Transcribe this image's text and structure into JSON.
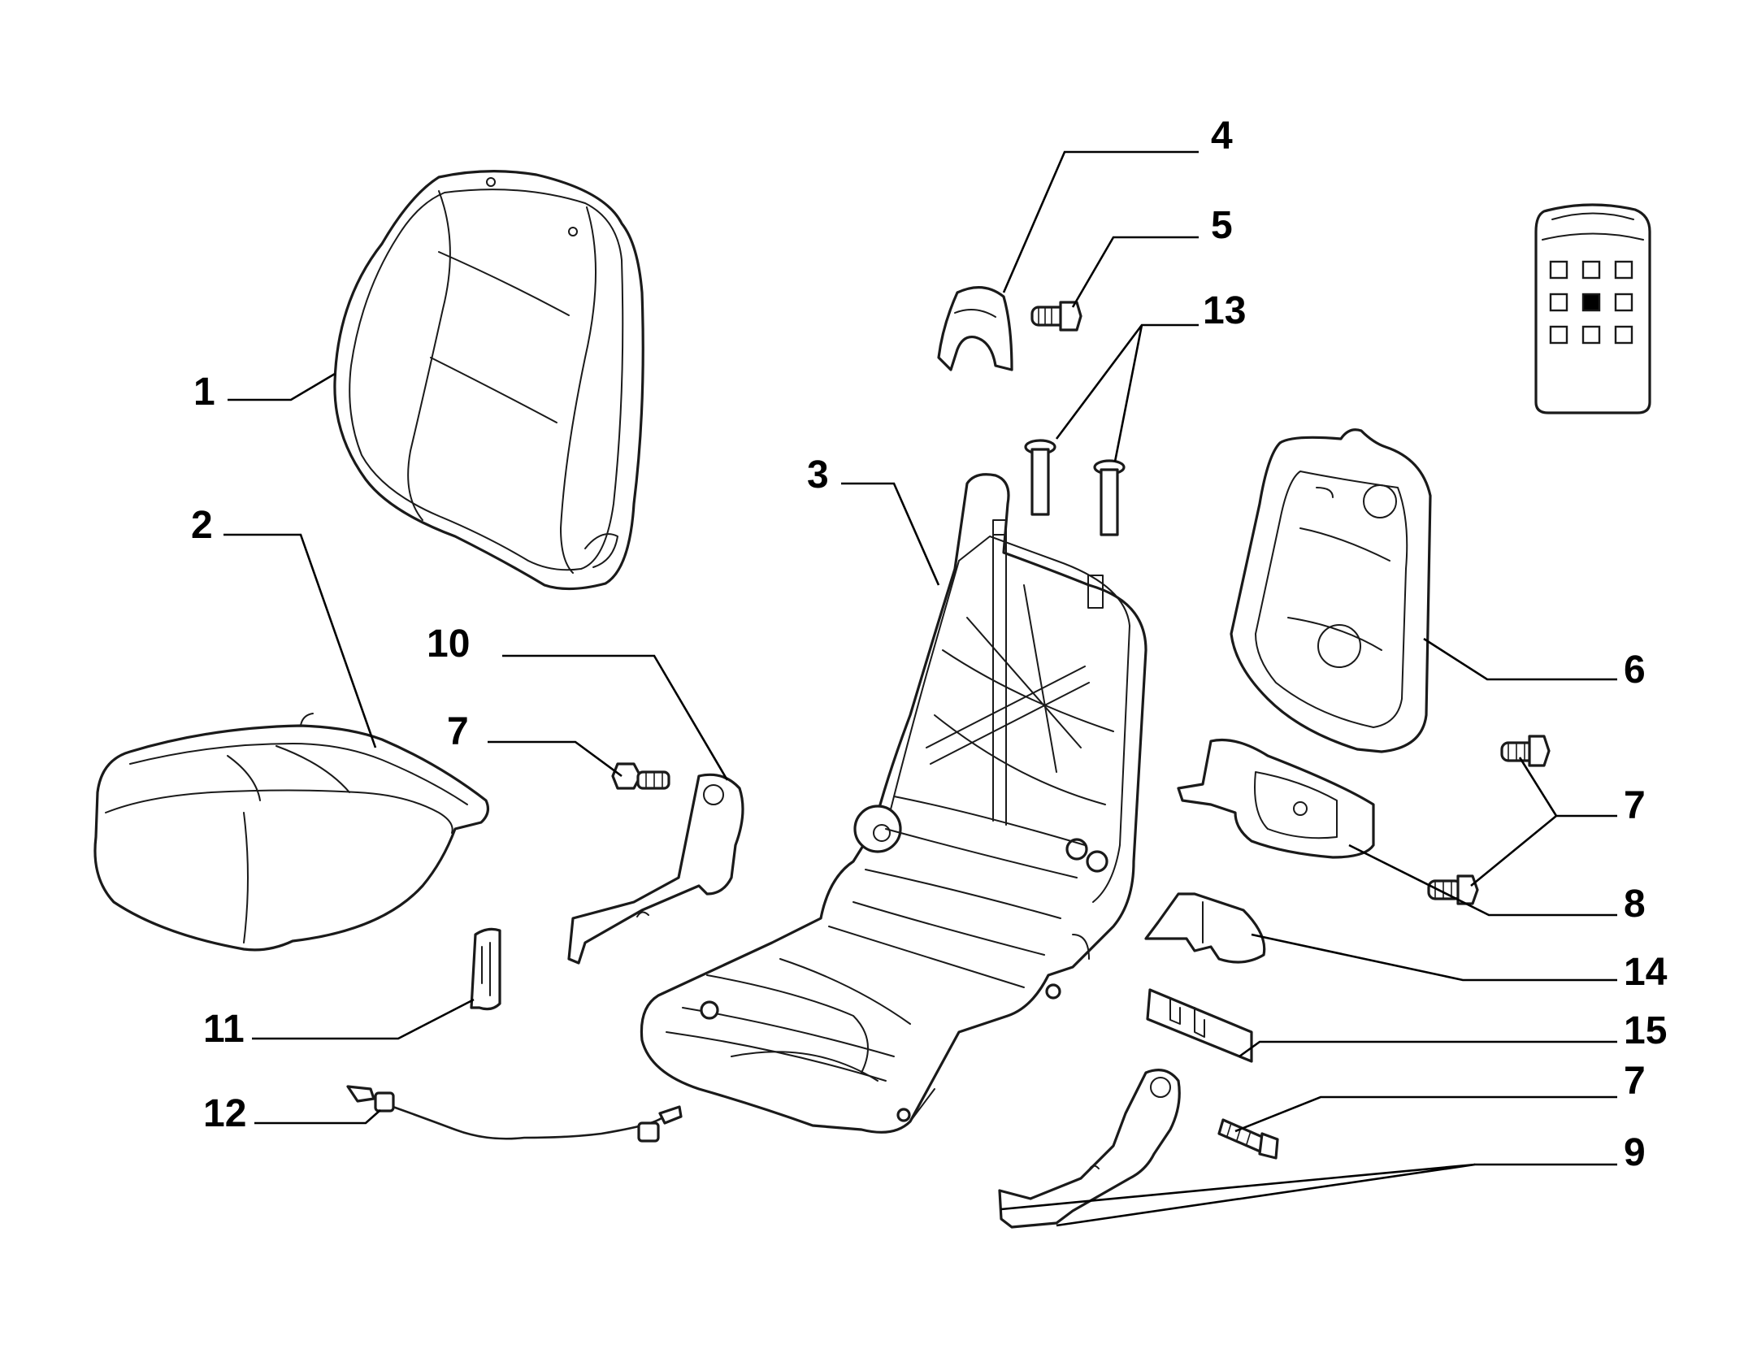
{
  "diagram": {
    "callouts": [
      {
        "id": "c1",
        "label": "1"
      },
      {
        "id": "c2",
        "label": "2"
      },
      {
        "id": "c3",
        "label": "3"
      },
      {
        "id": "c4",
        "label": "4"
      },
      {
        "id": "c5",
        "label": "5"
      },
      {
        "id": "c13",
        "label": "13"
      },
      {
        "id": "c6",
        "label": "6"
      },
      {
        "id": "c7a",
        "label": "7"
      },
      {
        "id": "c7b",
        "label": "7"
      },
      {
        "id": "c7c",
        "label": "7"
      },
      {
        "id": "c8",
        "label": "8"
      },
      {
        "id": "c9",
        "label": "9"
      },
      {
        "id": "c10",
        "label": "10"
      },
      {
        "id": "c11",
        "label": "11"
      },
      {
        "id": "c12",
        "label": "12"
      },
      {
        "id": "c14",
        "label": "14"
      },
      {
        "id": "c15",
        "label": "15"
      }
    ],
    "position_key": {
      "cells": 9,
      "selected_index": 4
    }
  },
  "colors": {
    "ink": "#1a1a1a",
    "background": "#ffffff"
  }
}
